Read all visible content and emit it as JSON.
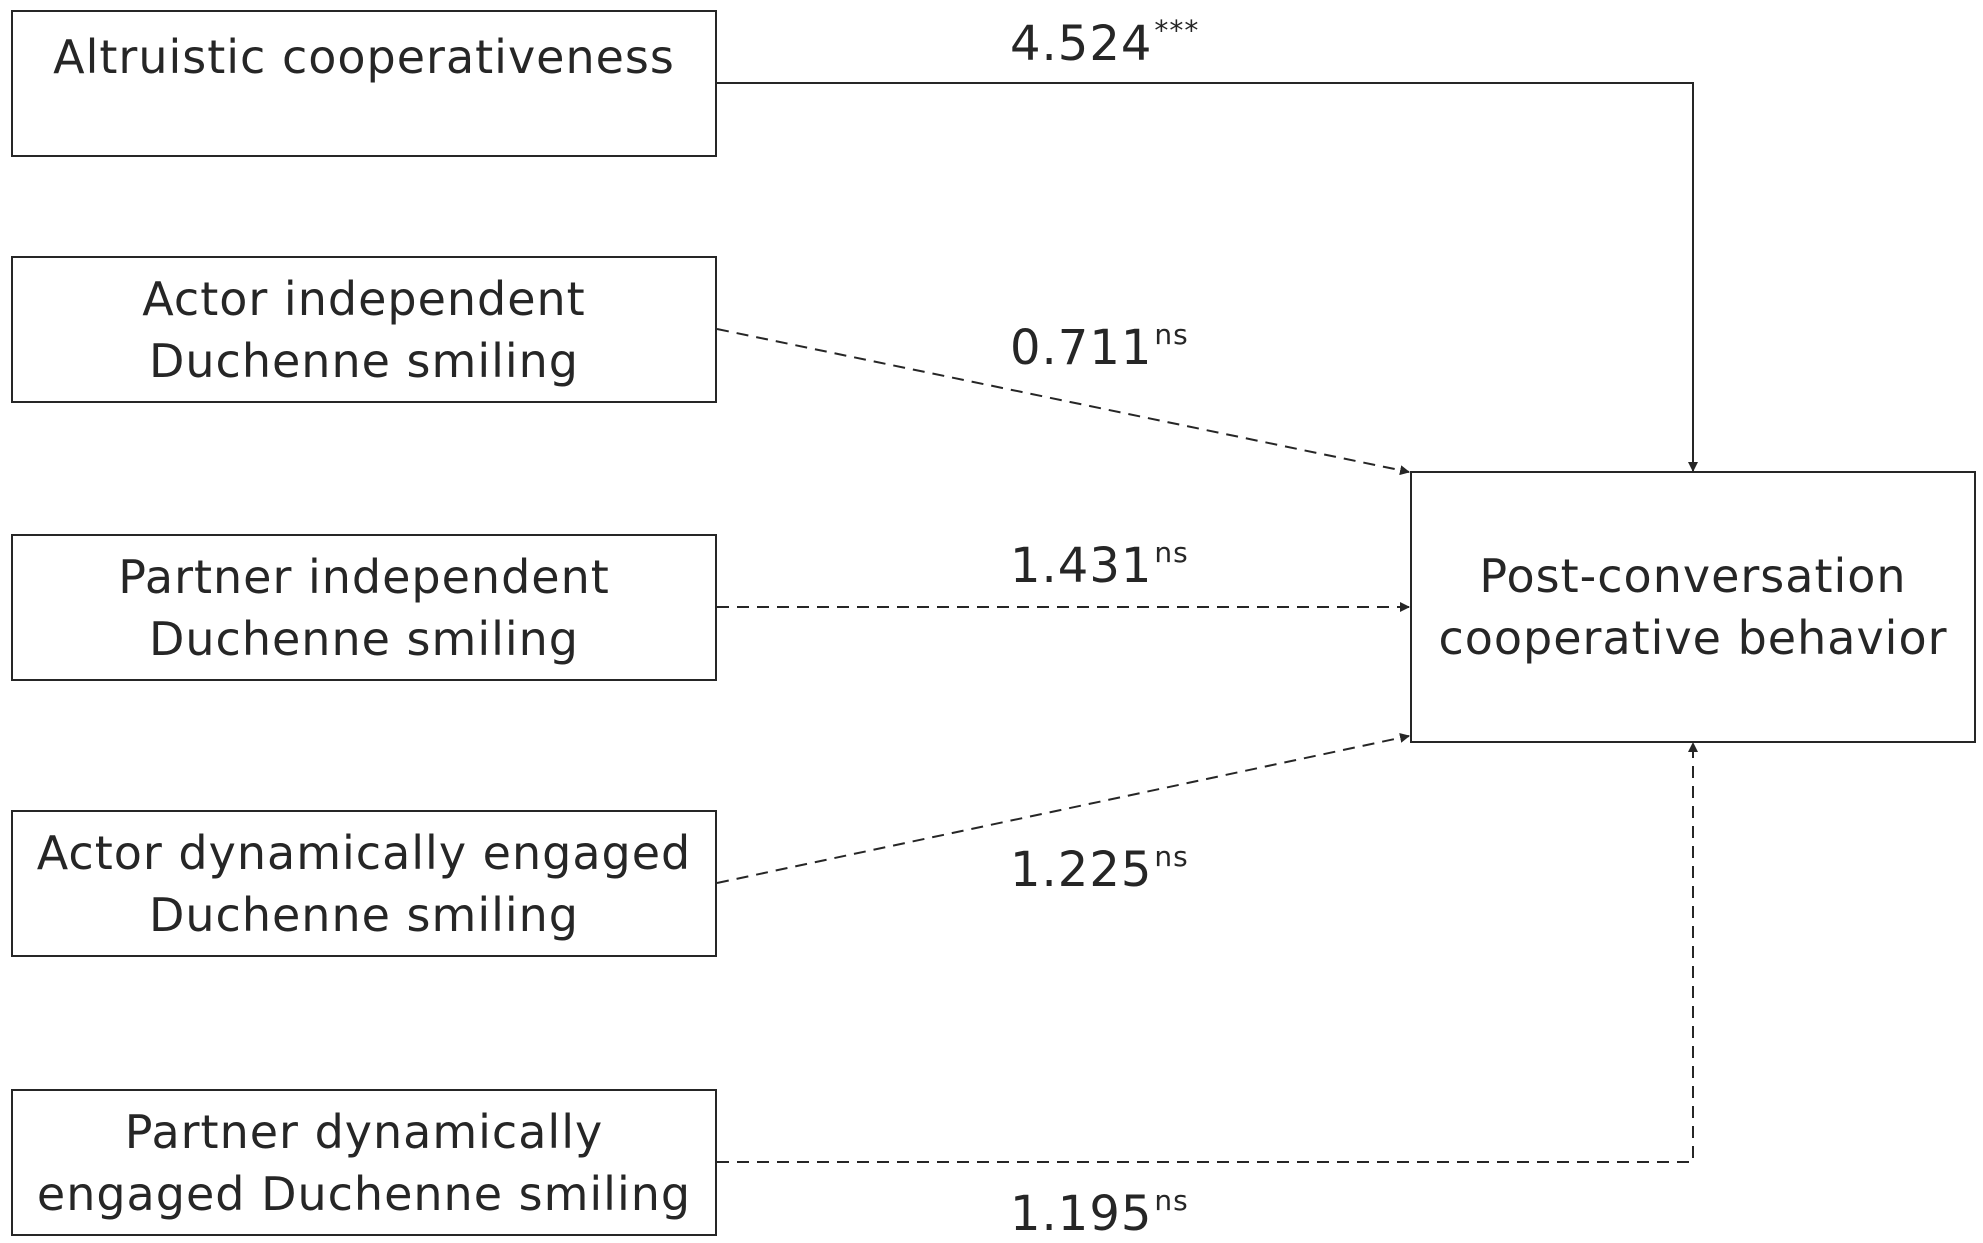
{
  "predictors": [
    {
      "id": "altruistic",
      "lines": [
        "Altruistic cooperativeness"
      ]
    },
    {
      "id": "actor-independent",
      "lines": [
        "Actor independent",
        "Duchenne smiling"
      ]
    },
    {
      "id": "partner-independent",
      "lines": [
        "Partner independent",
        "Duchenne smiling"
      ]
    },
    {
      "id": "actor-dynamic",
      "lines": [
        "Actor dynamically engaged",
        "Duchenne smiling"
      ]
    },
    {
      "id": "partner-dynamic",
      "lines": [
        "Partner dynamically",
        "engaged Duchenne smiling"
      ]
    }
  ],
  "outcome": {
    "lines": [
      "Post-conversation",
      "cooperative behavior"
    ]
  },
  "paths": [
    {
      "from": "altruistic",
      "coefficient": "4.524",
      "significance": "***",
      "line_style": "solid"
    },
    {
      "from": "actor-independent",
      "coefficient": "0.711",
      "significance": "ns",
      "line_style": "dashed"
    },
    {
      "from": "partner-independent",
      "coefficient": "1.431",
      "significance": "ns",
      "line_style": "dashed"
    },
    {
      "from": "actor-dynamic",
      "coefficient": "1.225",
      "significance": "ns",
      "line_style": "dashed"
    },
    {
      "from": "partner-dynamic",
      "coefficient": "1.195",
      "significance": "ns",
      "line_style": "dashed"
    }
  ],
  "colors": {
    "line": "#262626",
    "text": "#262626",
    "background": "#ffffff"
  }
}
